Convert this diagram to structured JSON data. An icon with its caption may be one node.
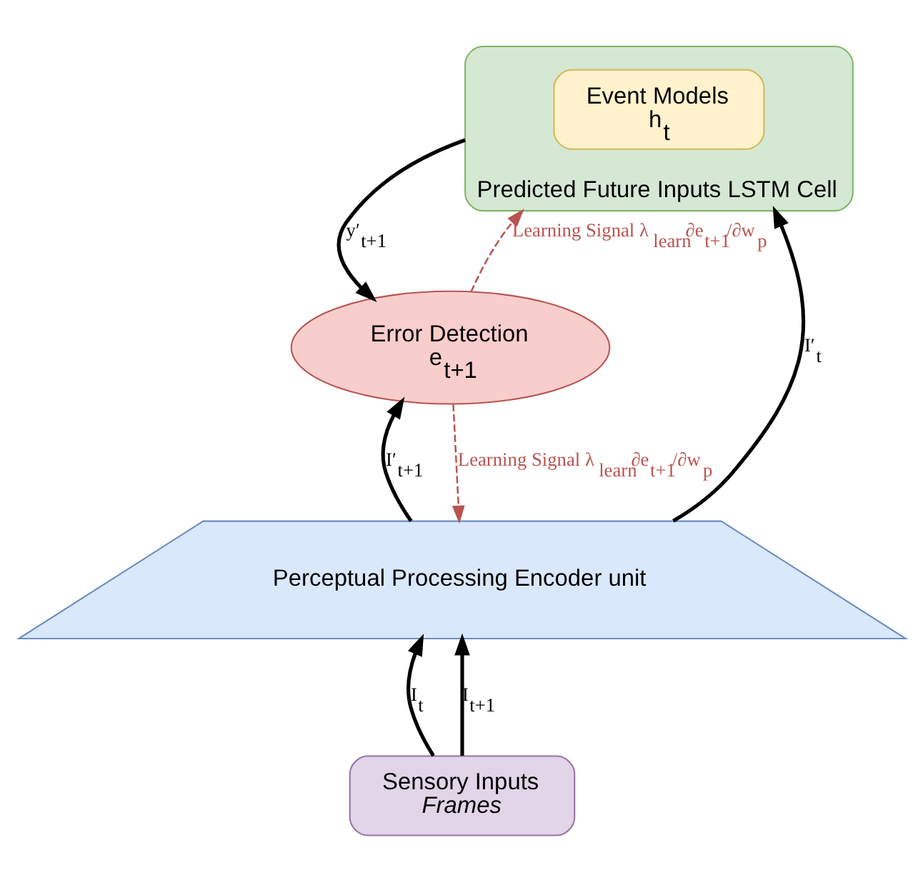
{
  "diagram": {
    "nodes": [
      {
        "text": [
          "Predicted Future Inputs LSTM Cell"
        ]
      },
      {
        "text": [
          "Event Models",
          "h$_{t}$"
        ],
        "in": 0
      },
      {
        "text": [
          "Error Detection",
          "e$_{t+1}$"
        ]
      },
      {
        "text": [
          "Perceptual Processing Encoder unit"
        ]
      },
      {
        "text": [
          "Sensory Inputs",
          "Frames"
        ]
      }
    ],
    "edges": [
      {
        "from": 0,
        "to": 2,
        "arrow": "to",
        "label": "y′$_{t+1}$"
      },
      {
        "from": 2,
        "to": 0,
        "arrow": "to",
        "label": "Learning Signal λ$_{learn}$∂e$_{t+1}$/∂w$_{p}$",
        "style": "dashed",
        "color": "#b85450"
      },
      {
        "from": 3,
        "to": 0,
        "arrow": "to",
        "label": "I′$_{t}$"
      },
      {
        "from": 3,
        "to": 2,
        "arrow": "to",
        "label": "I′$_{t+1}$"
      },
      {
        "from": 2,
        "to": 3,
        "arrow": "to",
        "label": "Learning Signal λ$_{learn}$∂e$_{t+1}$/∂w$_{p}$",
        "style": "dashed",
        "color": "#b85450"
      },
      {
        "from": 4,
        "to": 3,
        "arrow": "to",
        "label": "I$_{t}$"
      },
      {
        "from": 4,
        "to": 3,
        "arrow": "to",
        "label": "I$_{t+1}$"
      }
    ]
  }
}
